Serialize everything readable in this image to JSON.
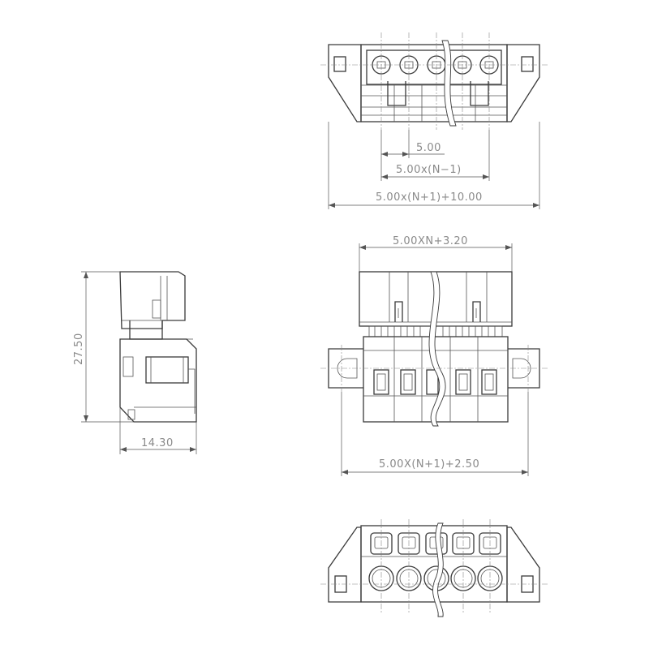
{
  "dimensions": {
    "pitch": "5.00",
    "pitch_span": "5.00x(N−1)",
    "top_total": "5.00x(N+1)+10.00",
    "front_top_width": "5.00XN+3.20",
    "front_total": "5.00X(N+1)+2.50",
    "side_height": "27.50",
    "side_depth": "14.30"
  }
}
